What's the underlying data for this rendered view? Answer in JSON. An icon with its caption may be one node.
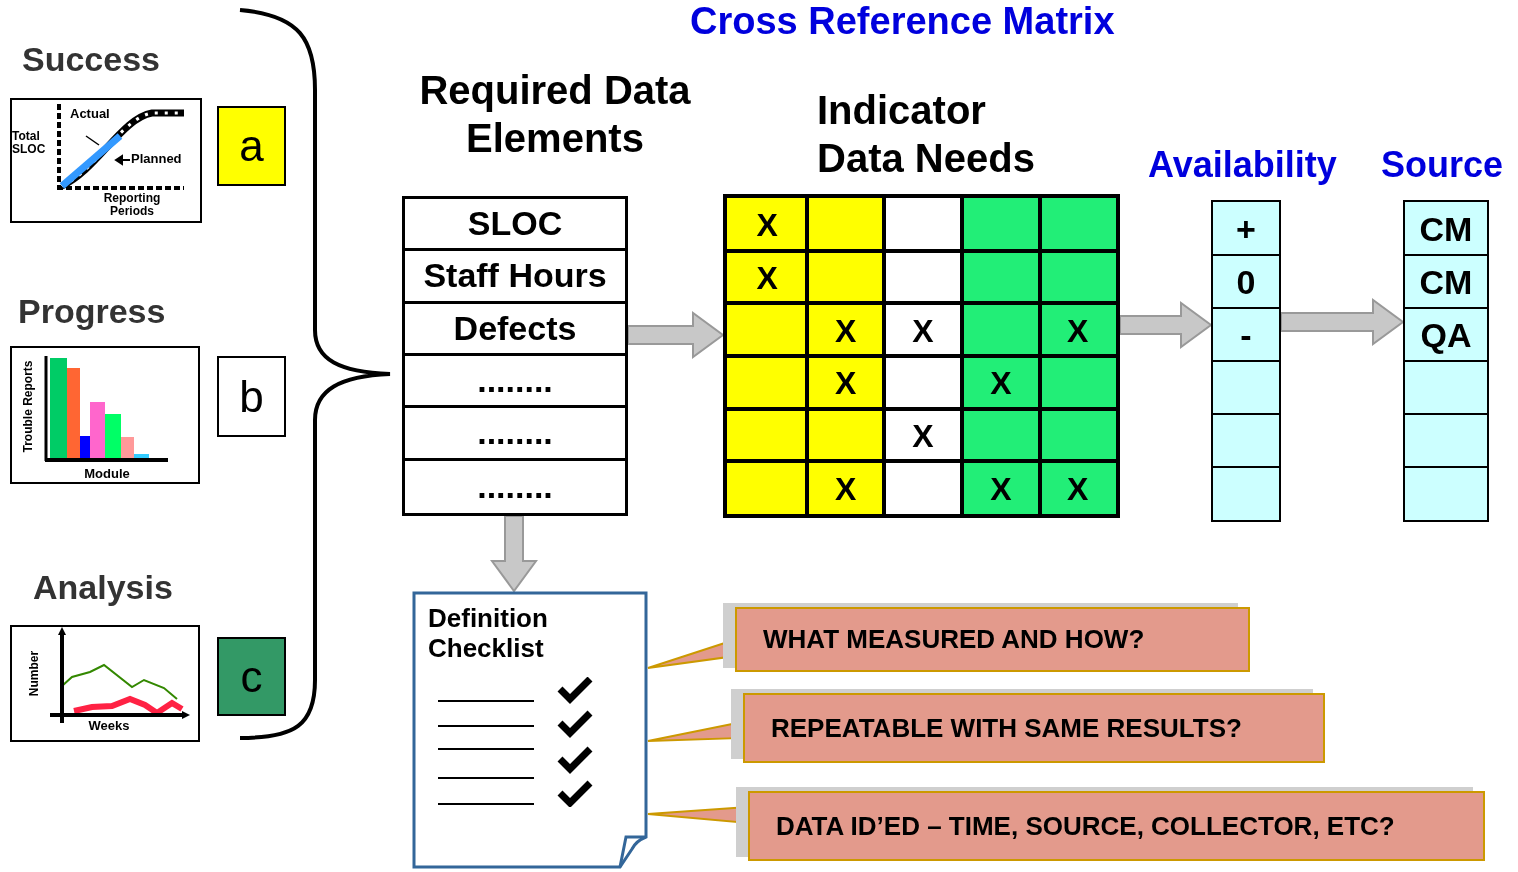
{
  "diagram": {
    "title": "Cross Reference Matrix",
    "nodes": [
      {
        "text": [
          "Success",
          "Actual",
          "Total SLOC",
          "Planned",
          "Reporting Periods"
        ]
      },
      {
        "text": [
          "a"
        ]
      },
      {
        "text": [
          "Progress",
          "Trouble Reports",
          "Module"
        ]
      },
      {
        "text": [
          "b"
        ]
      },
      {
        "text": [
          "Analysis",
          "Number",
          "Weeks"
        ]
      },
      {
        "text": [
          "c"
        ]
      },
      {
        "text": [
          "Required Data Elements"
        ]
      },
      {
        "text": [
          "SLOC"
        ],
        "in": 6
      },
      {
        "text": [
          "Staff Hours"
        ],
        "in": 6
      },
      {
        "text": [
          "Defects"
        ],
        "in": 6
      },
      {
        "text": [
          "........"
        ],
        "in": 6
      },
      {
        "text": [
          "........"
        ],
        "in": 6
      },
      {
        "text": [
          "........"
        ],
        "in": 6
      },
      {
        "text": [
          "Indicator Data Needs"
        ]
      },
      {
        "text": [
          "Availability"
        ]
      },
      {
        "text": [
          "Source"
        ]
      },
      {
        "text": [
          "Definition Checklist"
        ]
      },
      {
        "text": [
          "WHAT MEASURED AND HOW?"
        ]
      },
      {
        "text": [
          "REPEATABLE WITH SAME RESULTS?"
        ]
      },
      {
        "text": [
          "DATA ID’ED – TIME, SOURCE, COLLECTOR, ETC?"
        ]
      }
    ],
    "edges": [
      {
        "from": 6,
        "to": 13,
        "arrow": "to"
      },
      {
        "from": 13,
        "to": 14,
        "arrow": "to"
      },
      {
        "from": 14,
        "to": 15,
        "arrow": "to"
      },
      {
        "from": 6,
        "to": 16,
        "arrow": "to"
      },
      {
        "from": 17,
        "to": 16,
        "arrow": "none"
      },
      {
        "from": 18,
        "to": 16,
        "arrow": "none"
      },
      {
        "from": 19,
        "to": 16,
        "arrow": "none"
      }
    ],
    "labels": [
      "X",
      "X",
      "X",
      "X",
      "X",
      "X",
      "X",
      "X",
      "X",
      "X",
      "X",
      "+",
      "0",
      "-",
      "CM",
      "CM",
      "QA"
    ]
  }
}
